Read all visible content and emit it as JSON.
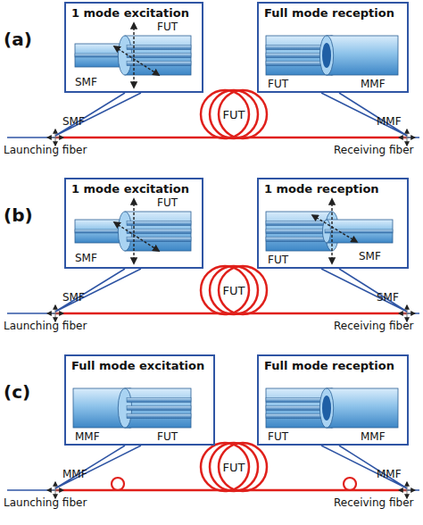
{
  "diagram": {
    "nodes": [
      {
        "text": [
          "1 mode excitation"
        ]
      },
      {
        "text": [
          "Full mode reception"
        ]
      },
      {
        "text": [
          "1 mode excitation"
        ]
      },
      {
        "text": [
          "1 mode reception"
        ]
      },
      {
        "text": [
          "Full mode excitation"
        ]
      },
      {
        "text": [
          "Full mode reception"
        ]
      }
    ],
    "labels": [
      "(a)",
      "FUT",
      "SMF",
      "FUT",
      "MMF",
      "FUT",
      "SMF",
      "Launching fiber",
      "MMF",
      "Receiving fiber",
      "(b)",
      "FUT",
      "SMF",
      "FUT",
      "SMF",
      "FUT",
      "SMF",
      "Launching fiber",
      "SMF",
      "Receiving fiber",
      "(c)",
      "MMF",
      "FUT",
      "FUT",
      "MMF",
      "FUT",
      "MMF",
      "Launching fiber",
      "MMF",
      "Receiving fiber"
    ]
  }
}
